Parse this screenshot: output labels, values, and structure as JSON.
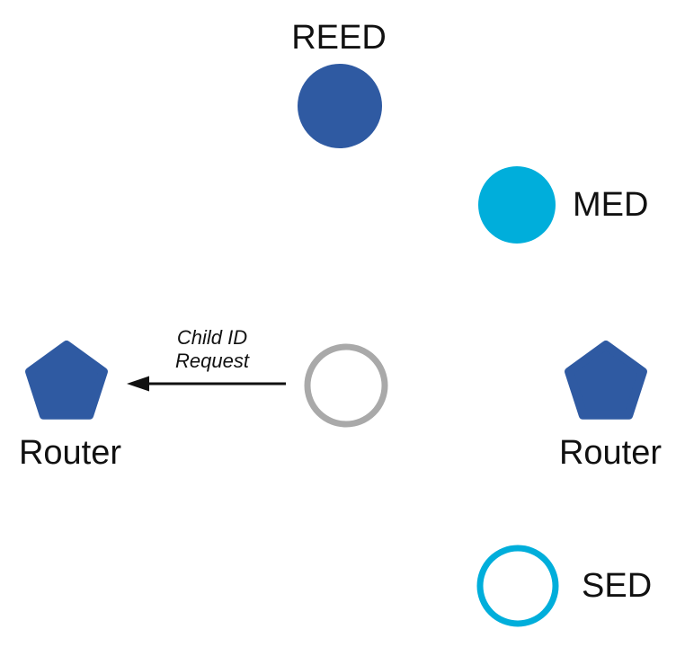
{
  "diagram": {
    "description": "Thread network device roles diagram",
    "colors": {
      "router_blue": "#2F5AA2",
      "end_device_cyan": "#00AEDB",
      "joiner_gray": "#A9A9A9",
      "arrow": "#111111",
      "text": "#111111",
      "background": "#FFFFFF"
    },
    "nodes": {
      "reed": {
        "label": "REED",
        "shape": "circle",
        "style": "filled-blue"
      },
      "med": {
        "label": "MED",
        "shape": "circle",
        "style": "filled-cyan"
      },
      "router_left": {
        "label": "Router",
        "shape": "pentagon",
        "style": "filled-blue"
      },
      "router_right": {
        "label": "Router",
        "shape": "pentagon",
        "style": "filled-blue"
      },
      "sed": {
        "label": "SED",
        "shape": "circle",
        "style": "outline-cyan"
      },
      "joining_device": {
        "label": "",
        "shape": "circle",
        "style": "outline-gray"
      }
    },
    "message": {
      "line1": "Child ID",
      "line2": "Request",
      "from": "joining_device",
      "to": "router_left"
    }
  }
}
